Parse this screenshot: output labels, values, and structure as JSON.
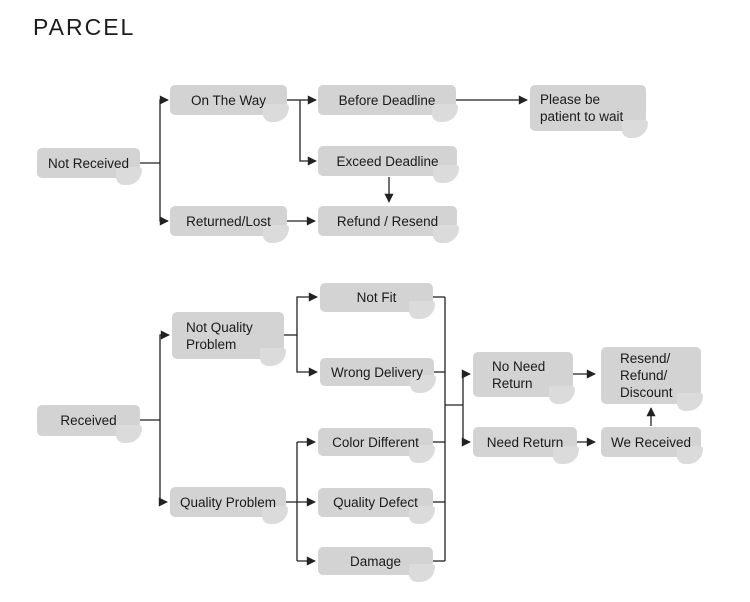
{
  "title": "PARCEL",
  "colors": {
    "background": "#ffffff",
    "box_fill": "#d3d3d3",
    "box_fold": "#dbdbdb",
    "text": "#1a1a1a",
    "line": "#222222"
  },
  "flowchart": {
    "nodes": {
      "not_received": "Not Received",
      "on_the_way": "On The Way",
      "before_deadline": "Before Deadline",
      "please_wait": "Please be\npatient to wait",
      "exceed_deadline": "Exceed Deadline",
      "returned_lost": "Returned/Lost",
      "refund_resend": "Refund / Resend",
      "received": "Received",
      "not_quality_problem": "Not Quality\nProblem",
      "not_fit": "Not Fit",
      "wrong_delivery": "Wrong Delivery",
      "quality_problem": "Quality Problem",
      "color_different": "Color Different",
      "quality_defect": "Quality Defect",
      "damage": "Damage",
      "no_need_return": "No Need\nReturn",
      "need_return": "Need Return",
      "resend_refund_discount": "Resend/\nRefund/\nDiscount",
      "we_received": "We Received"
    }
  }
}
